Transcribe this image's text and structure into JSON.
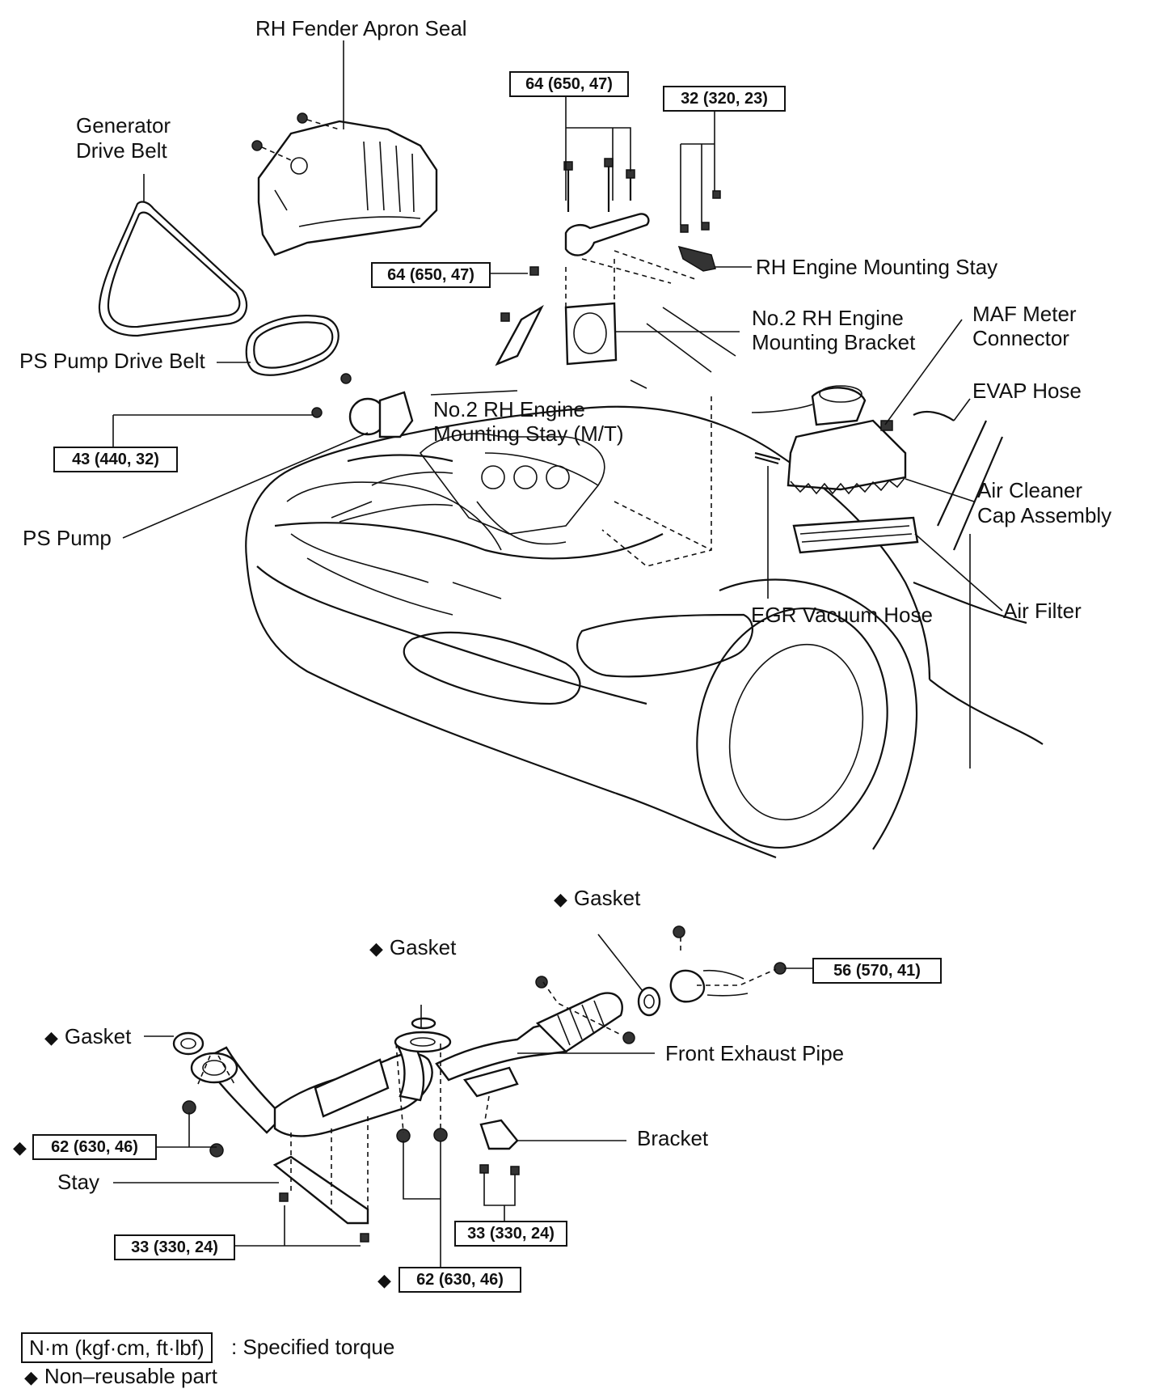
{
  "labels": {
    "rh_fender_apron_seal": "RH Fender Apron Seal",
    "generator_drive_belt_1": "Generator",
    "generator_drive_belt_2": "Drive Belt",
    "ps_pump_drive_belt": "PS Pump Drive Belt",
    "ps_pump": "PS Pump",
    "rh_engine_mounting_stay": "RH Engine Mounting Stay",
    "no2_rh_engine_mounting_bracket_1": "No.2 RH Engine",
    "no2_rh_engine_mounting_bracket_2": "Mounting Bracket",
    "maf_meter_connector_1": "MAF Meter",
    "maf_meter_connector_2": "Connector",
    "evap_hose": "EVAP Hose",
    "no2_rh_engine_mounting_stay_1": "No.2 RH Engine",
    "no2_rh_engine_mounting_stay_2": "Mounting Stay (M/T)",
    "air_cleaner_cap_1": "Air Cleaner",
    "air_cleaner_cap_2": "Cap Assembly",
    "air_filter": "Air Filter",
    "egr_vacuum_hose": "EGR Vacuum Hose",
    "gasket": "Gasket",
    "front_exhaust_pipe": "Front Exhaust Pipe",
    "bracket": "Bracket",
    "stay": "Stay"
  },
  "torques": {
    "t64_top": "64 (650, 47)",
    "t32": "32 (320, 23)",
    "t64_mid": "64 (650, 47)",
    "t43": "43 (440, 32)",
    "t56": "56 (570, 41)",
    "t62_left": "62 (630, 46)",
    "t33_left": "33 (330, 24)",
    "t33_right": "33 (330, 24)",
    "t62_bottom": "62 (630, 46)"
  },
  "symbols": {
    "diamond": "◆"
  },
  "legend": {
    "torque_box": "N·m (kgf·cm, ft·lbf)",
    "torque_text": ": Specified torque",
    "nonreusable_text": "Non–reusable part"
  }
}
